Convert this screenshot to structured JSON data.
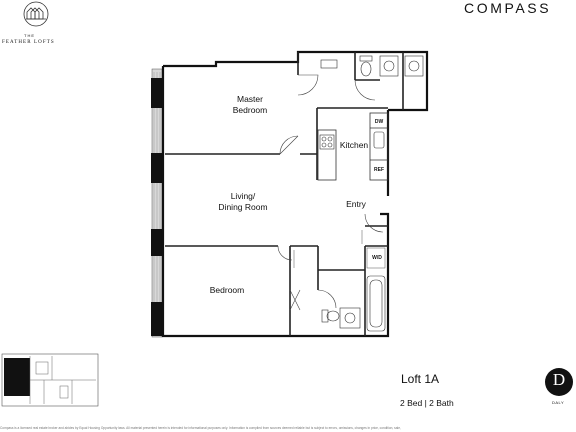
{
  "brand": "COMPASS",
  "building_logo": {
    "line1": "THE",
    "line2": "FEATHER LOFTS",
    "icon": "house-row-icon"
  },
  "rooms": {
    "master_bedroom": [
      "Master",
      "Bedroom"
    ],
    "kitchen": "Kitchen",
    "living_dining": [
      "Living/",
      "Dining Room"
    ],
    "entry": "Entry",
    "bedroom": "Bedroom"
  },
  "fixtures": {
    "dishwasher": "DW",
    "refrigerator": "REF",
    "washer_dryer": "W/D"
  },
  "unit": {
    "title": "Loft 1A",
    "summary": "2 Bed | 2 Bath"
  },
  "developer_logo": {
    "mark": "D",
    "name": "DALY"
  },
  "disclaimer": "Compass is a licensed real estate broker and abides by Equal Housing Opportunity laws. All material presented herein is intended for informational purposes only. Information is compiled from sources deemed reliable but is subject to errors, omissions, changes in price, condition, sale,",
  "colors": {
    "wall": "#111111",
    "line": "#222222",
    "window": "#cfcfcf",
    "keyplan_fill": "#111111"
  }
}
